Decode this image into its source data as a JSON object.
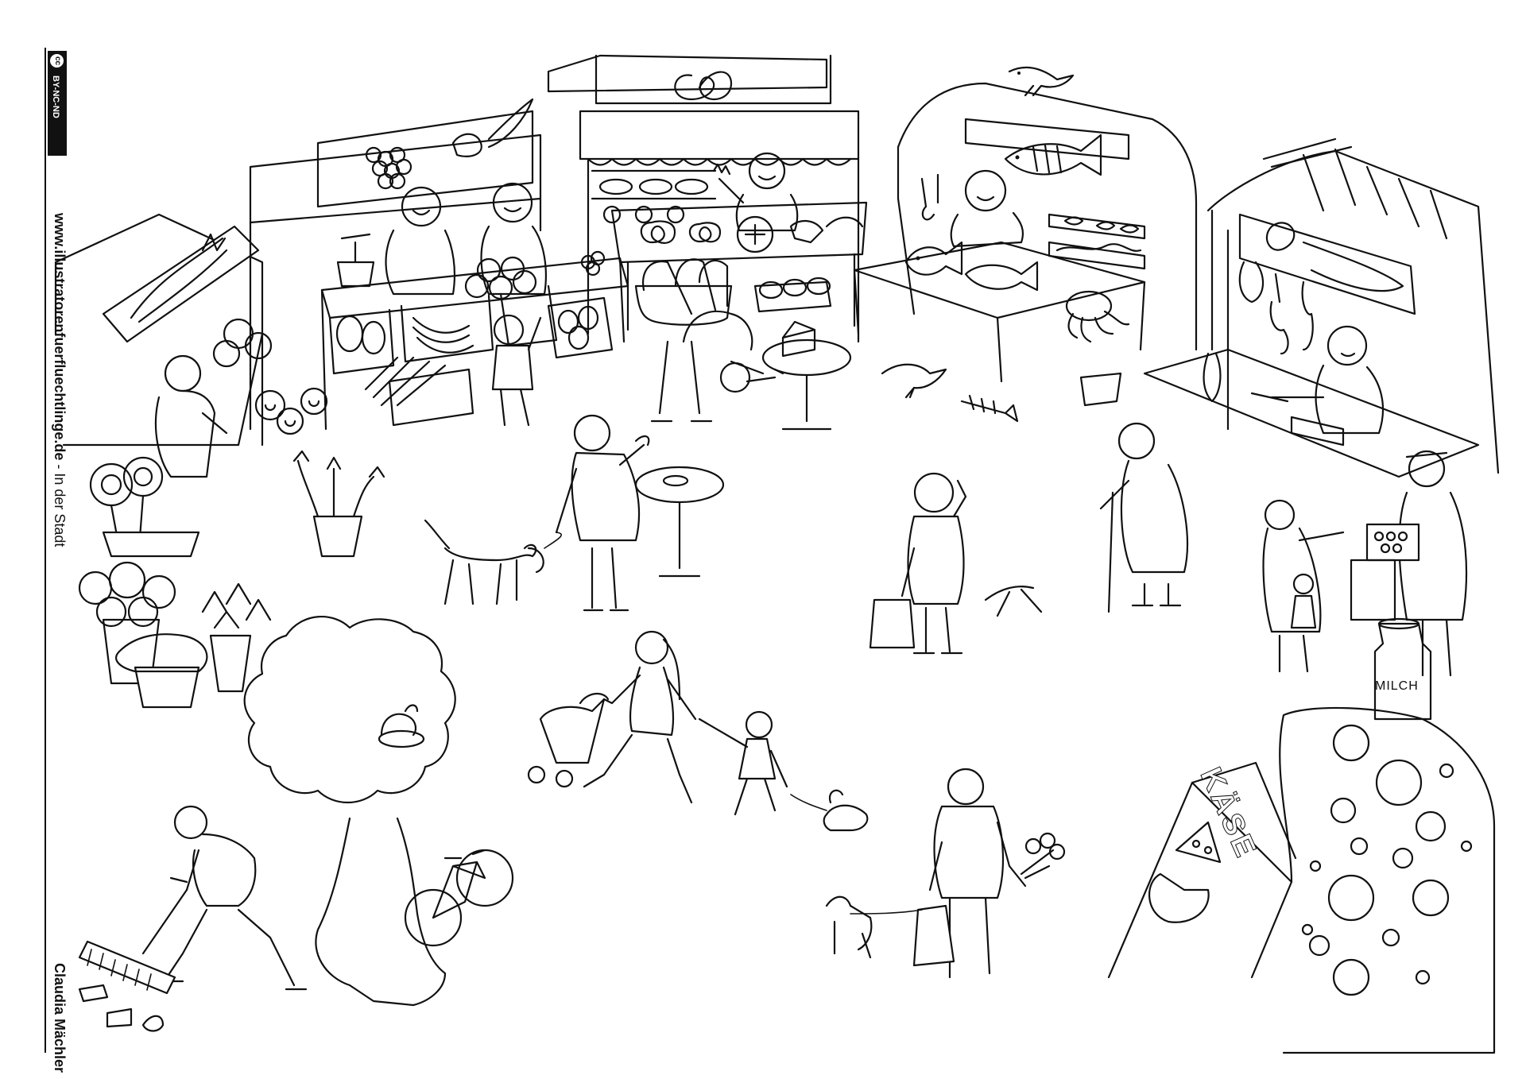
{
  "license_badge": {
    "symbol": "cc",
    "text": "BY-NC-ND"
  },
  "margin": {
    "website": "www.illustratorenfuerfluechtlinge.de",
    "separator": " - ",
    "place": "In der Stadt",
    "author": "Claudia Mächler"
  },
  "signs": {
    "milk_can": "MILCH",
    "cheese_stall": "KÄSE"
  },
  "colors": {
    "ink": "#111111",
    "paper": "#ffffff"
  }
}
